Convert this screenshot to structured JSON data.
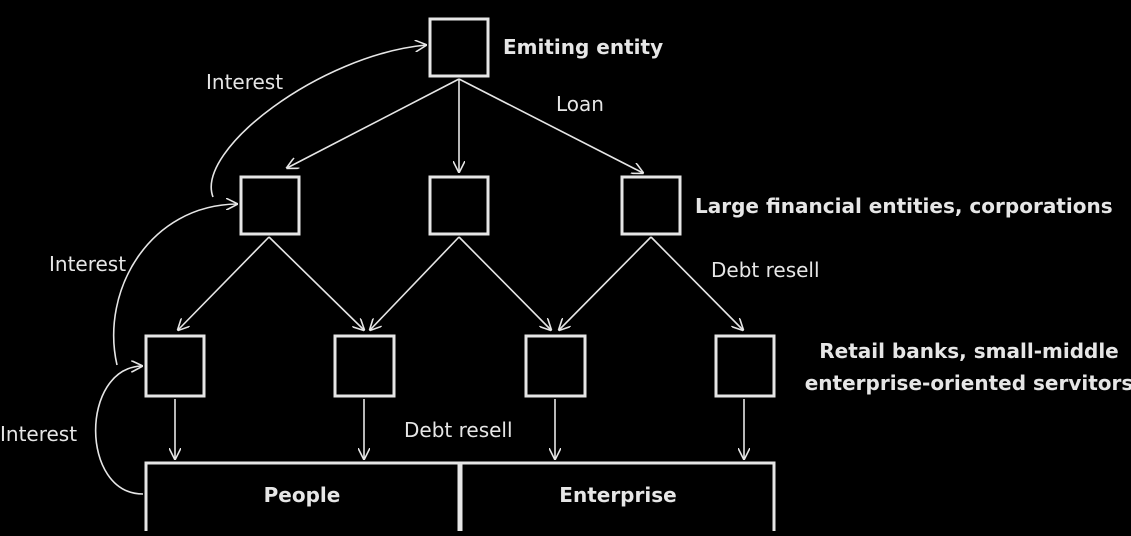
{
  "labels": {
    "emitting_entity": "Emiting entity",
    "large_financial": "Large financial entities, corporations",
    "retail_line1": "Retail banks, small-middle",
    "retail_line2": "enterprise-oriented servitors",
    "loan": "Loan",
    "debt_resell_upper": "Debt resell",
    "debt_resell_lower": "Debt resell",
    "interest_top": "Interest",
    "interest_middle": "Interest",
    "interest_bottom": "Interest",
    "people": "People",
    "enterprise": "Enterprise"
  },
  "colors": {
    "background": "#000000",
    "stroke": "#e6e6e6"
  }
}
